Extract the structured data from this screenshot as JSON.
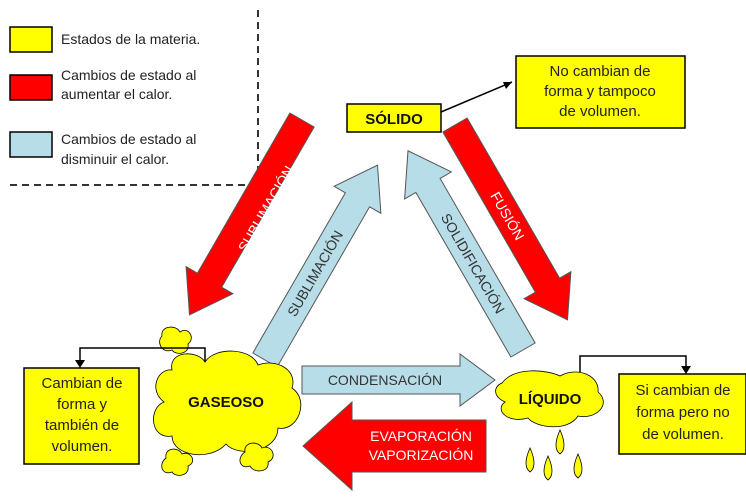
{
  "legend": {
    "states": "Estados de la materia.",
    "heat_up": [
      "Cambios de estado al",
      "aumentar el calor."
    ],
    "cool_down": [
      "Cambios de estado al",
      "disminuir el calor."
    ]
  },
  "states": {
    "solid": "SÓLIDO",
    "liquid": "LÍQUIDO",
    "gas": "GASEOSO"
  },
  "notes": {
    "solid": [
      "No cambian de",
      "forma y tampoco",
      "de volumen."
    ],
    "gas": [
      "Cambian de",
      "forma y",
      "también de",
      "volumen."
    ],
    "liquid": [
      "Si cambian de",
      "forma pero no",
      "de volumen."
    ]
  },
  "transitions": {
    "sublimation_up": "SUBLIMACIÓN",
    "sublimation_down": "SUBLIMACIÓN",
    "solidification": "SOLIDIFICACIÓN",
    "fusion": "FUSIÓN",
    "condensation": "CONDENSACIÓN",
    "evaporation": "EVAPORACIÓN",
    "vaporization": "VAPORIZACIÓN"
  },
  "colors": {
    "state_yellow": "#ffff00",
    "heat_red": "#ff0000",
    "cool_blue": "#b7dde8"
  }
}
